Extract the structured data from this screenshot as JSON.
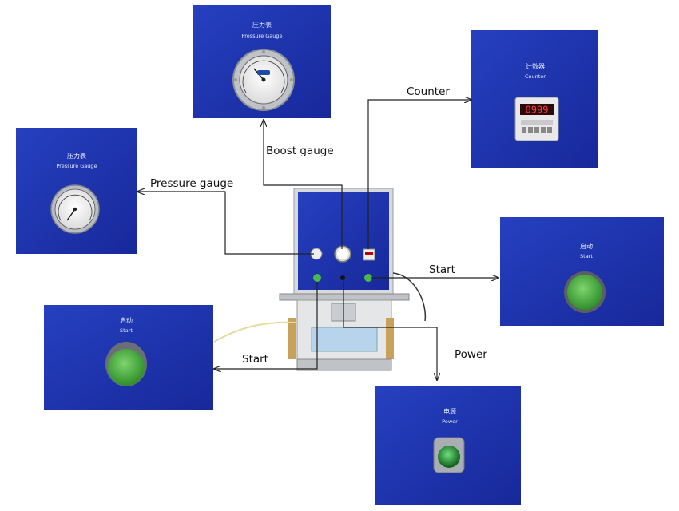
{
  "callouts": {
    "boost_gauge": "Boost gauge",
    "counter": "Counter",
    "pressure_gauge": "Pressure gauge",
    "start_right": "Start",
    "start_left": "Start",
    "power": "Power"
  },
  "panels": {
    "boost_gauge": {
      "cn": "压力表",
      "en": "Pressure Gauge"
    },
    "counter": {
      "cn": "计数器",
      "en": "Counter",
      "display": "0999"
    },
    "pressure_gauge": {
      "cn": "压力表",
      "en": "Pressure Gauge"
    },
    "start_right": {
      "cn": "启动",
      "en": "Start"
    },
    "start_left": {
      "cn": "启动",
      "en": "Start"
    },
    "power": {
      "cn": "电源",
      "en": "Power"
    }
  },
  "colors": {
    "panel_blue": "#1c31a8",
    "button_green": "#3fae3a",
    "lamp_green": "#1f8f2e",
    "counter_red": "#e02020",
    "line": "#222222"
  },
  "icons": [
    "pressure-gauge-icon",
    "counter-display-icon",
    "start-button-icon",
    "power-lamp-icon",
    "arrow-icon"
  ]
}
